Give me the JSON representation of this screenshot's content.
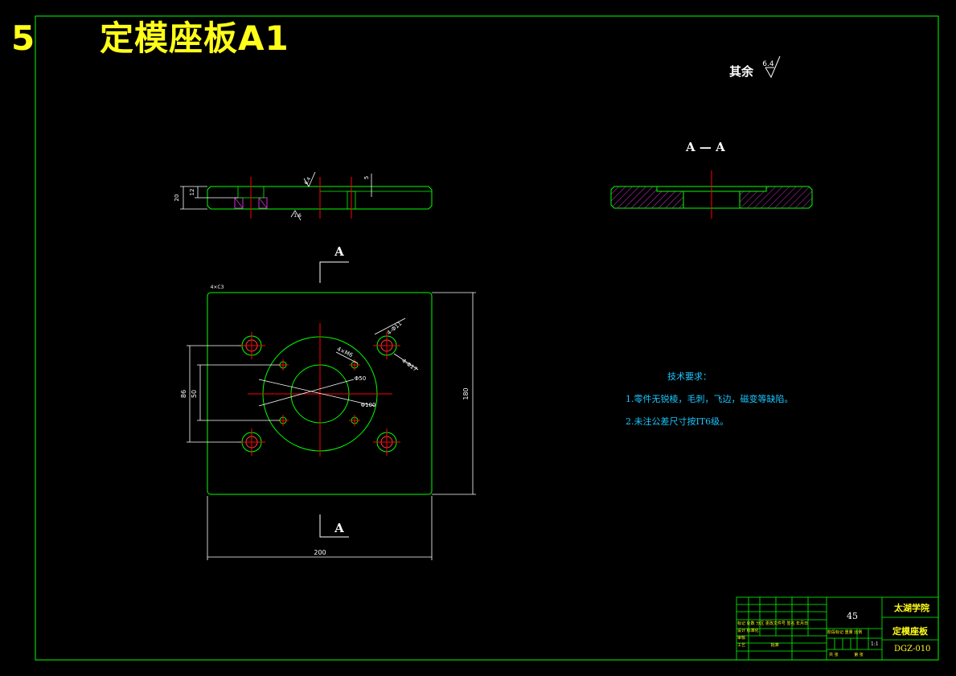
{
  "header": {
    "number": "5",
    "title": "定模座板A1"
  },
  "roughness": {
    "label": "其余",
    "value": "6.4"
  },
  "section_view": {
    "label": "A — A"
  },
  "section_marks": {
    "top": "A",
    "bottom": "A"
  },
  "dimensions": {
    "width": "200",
    "height": "180",
    "outer_vertical": "86",
    "inner_vertical": "50",
    "thickness": "20",
    "recess_thickness": "12",
    "step": "5",
    "small_holes": "4×M6",
    "bolt_holes": "4-Φ11",
    "counterbore": "4-Φ17",
    "center_bore": "Φ50",
    "pitch_circle": "Φ100",
    "corner_note": "4×C3",
    "rough_a": "6.4",
    "rough_b": "1.6"
  },
  "tech_requirements": {
    "title": "技术要求：",
    "items": [
      "1.零件无锐棱，毛刺，飞边，磁变等缺陷。",
      "2.未注公差尺寸按IT6级。"
    ]
  },
  "title_block": {
    "material": "45",
    "school": "太湖学院",
    "part_name": "定模座板",
    "drawing_no": "DGZ-010",
    "scale": "1:1",
    "labels": [
      "标记",
      "处数",
      "分区",
      "更改文件号",
      "签名",
      "年月日",
      "设计",
      "审核",
      "工艺",
      "批准",
      "标准化",
      "阶段标记",
      "重量",
      "比例",
      "共 张",
      "第 张"
    ]
  },
  "colors": {
    "border": "#00ff00",
    "centerline": "#ff0000",
    "hatch": "#cc33cc",
    "title": "#ffff1a",
    "notes": "#19c6ff",
    "dims": "#ffffff"
  }
}
